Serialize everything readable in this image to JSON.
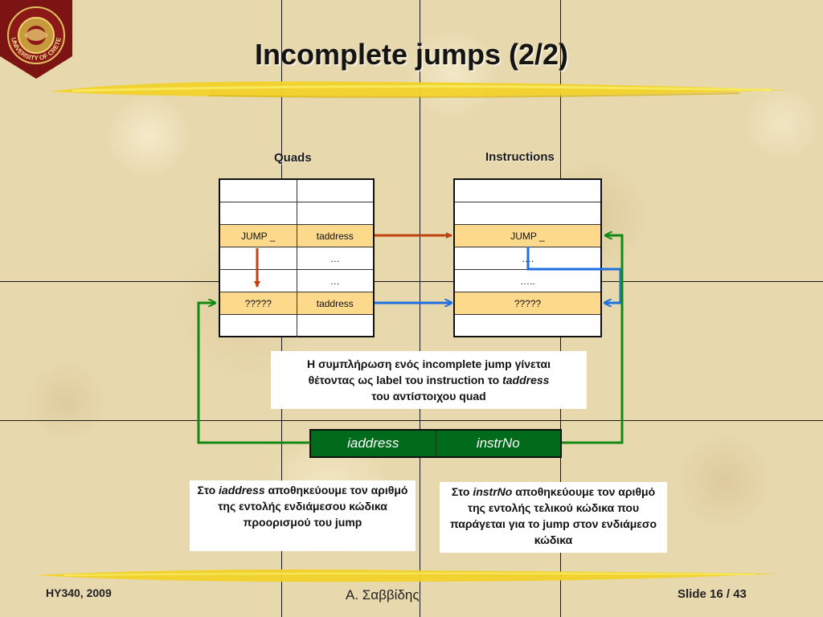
{
  "slide": {
    "title": "Incomplete jumps (2/2)",
    "logo": {
      "text": "UNIVERSITY OF CRETE"
    }
  },
  "quads": {
    "label": "Quads",
    "rows": [
      [
        "",
        ""
      ],
      [
        "",
        ""
      ],
      [
        "JUMP _",
        "taddress"
      ],
      [
        "",
        "…"
      ],
      [
        "",
        "…"
      ],
      [
        "?????",
        "taddress"
      ],
      [
        "",
        ""
      ]
    ]
  },
  "instructions": {
    "label": "Instructions",
    "rows": [
      "",
      "",
      "JUMP _",
      "….",
      "…..",
      "?????",
      ""
    ]
  },
  "note_center": {
    "line1": "Η συμπλήρωση ενός incomplete jump γίνεται",
    "line2_pre": "θέτοντας ως label του instruction το ",
    "line2_em": "taddress",
    "line3": "του αντίστοιχου quad"
  },
  "struct": {
    "field1": "iaddress",
    "field2": "instrNo"
  },
  "note_left": {
    "pre": "Στο ",
    "em": "iaddress",
    "post": " αποθηκεύουμε τον αριθμό της εντολής ενδιάμεσου κώδικα προορισμού του jump"
  },
  "note_right": {
    "pre": "Στο ",
    "em": "instrNo",
    "post": " αποθηκεύουμε τον αριθμό της εντολής τελικού κώδικα που παράγεται για το jump στον ενδιάμεσο κώδικα"
  },
  "footer": {
    "course": "HY340, 2009",
    "author": "Α. Σαββίδης",
    "slide_label": "Slide 16 / 43"
  },
  "colors": {
    "arrow_red": "#c0420f",
    "arrow_blue": "#1f6fe0",
    "arrow_green": "#138a13",
    "highlight": "#fdd98c",
    "struct_bg": "#006b1a"
  }
}
